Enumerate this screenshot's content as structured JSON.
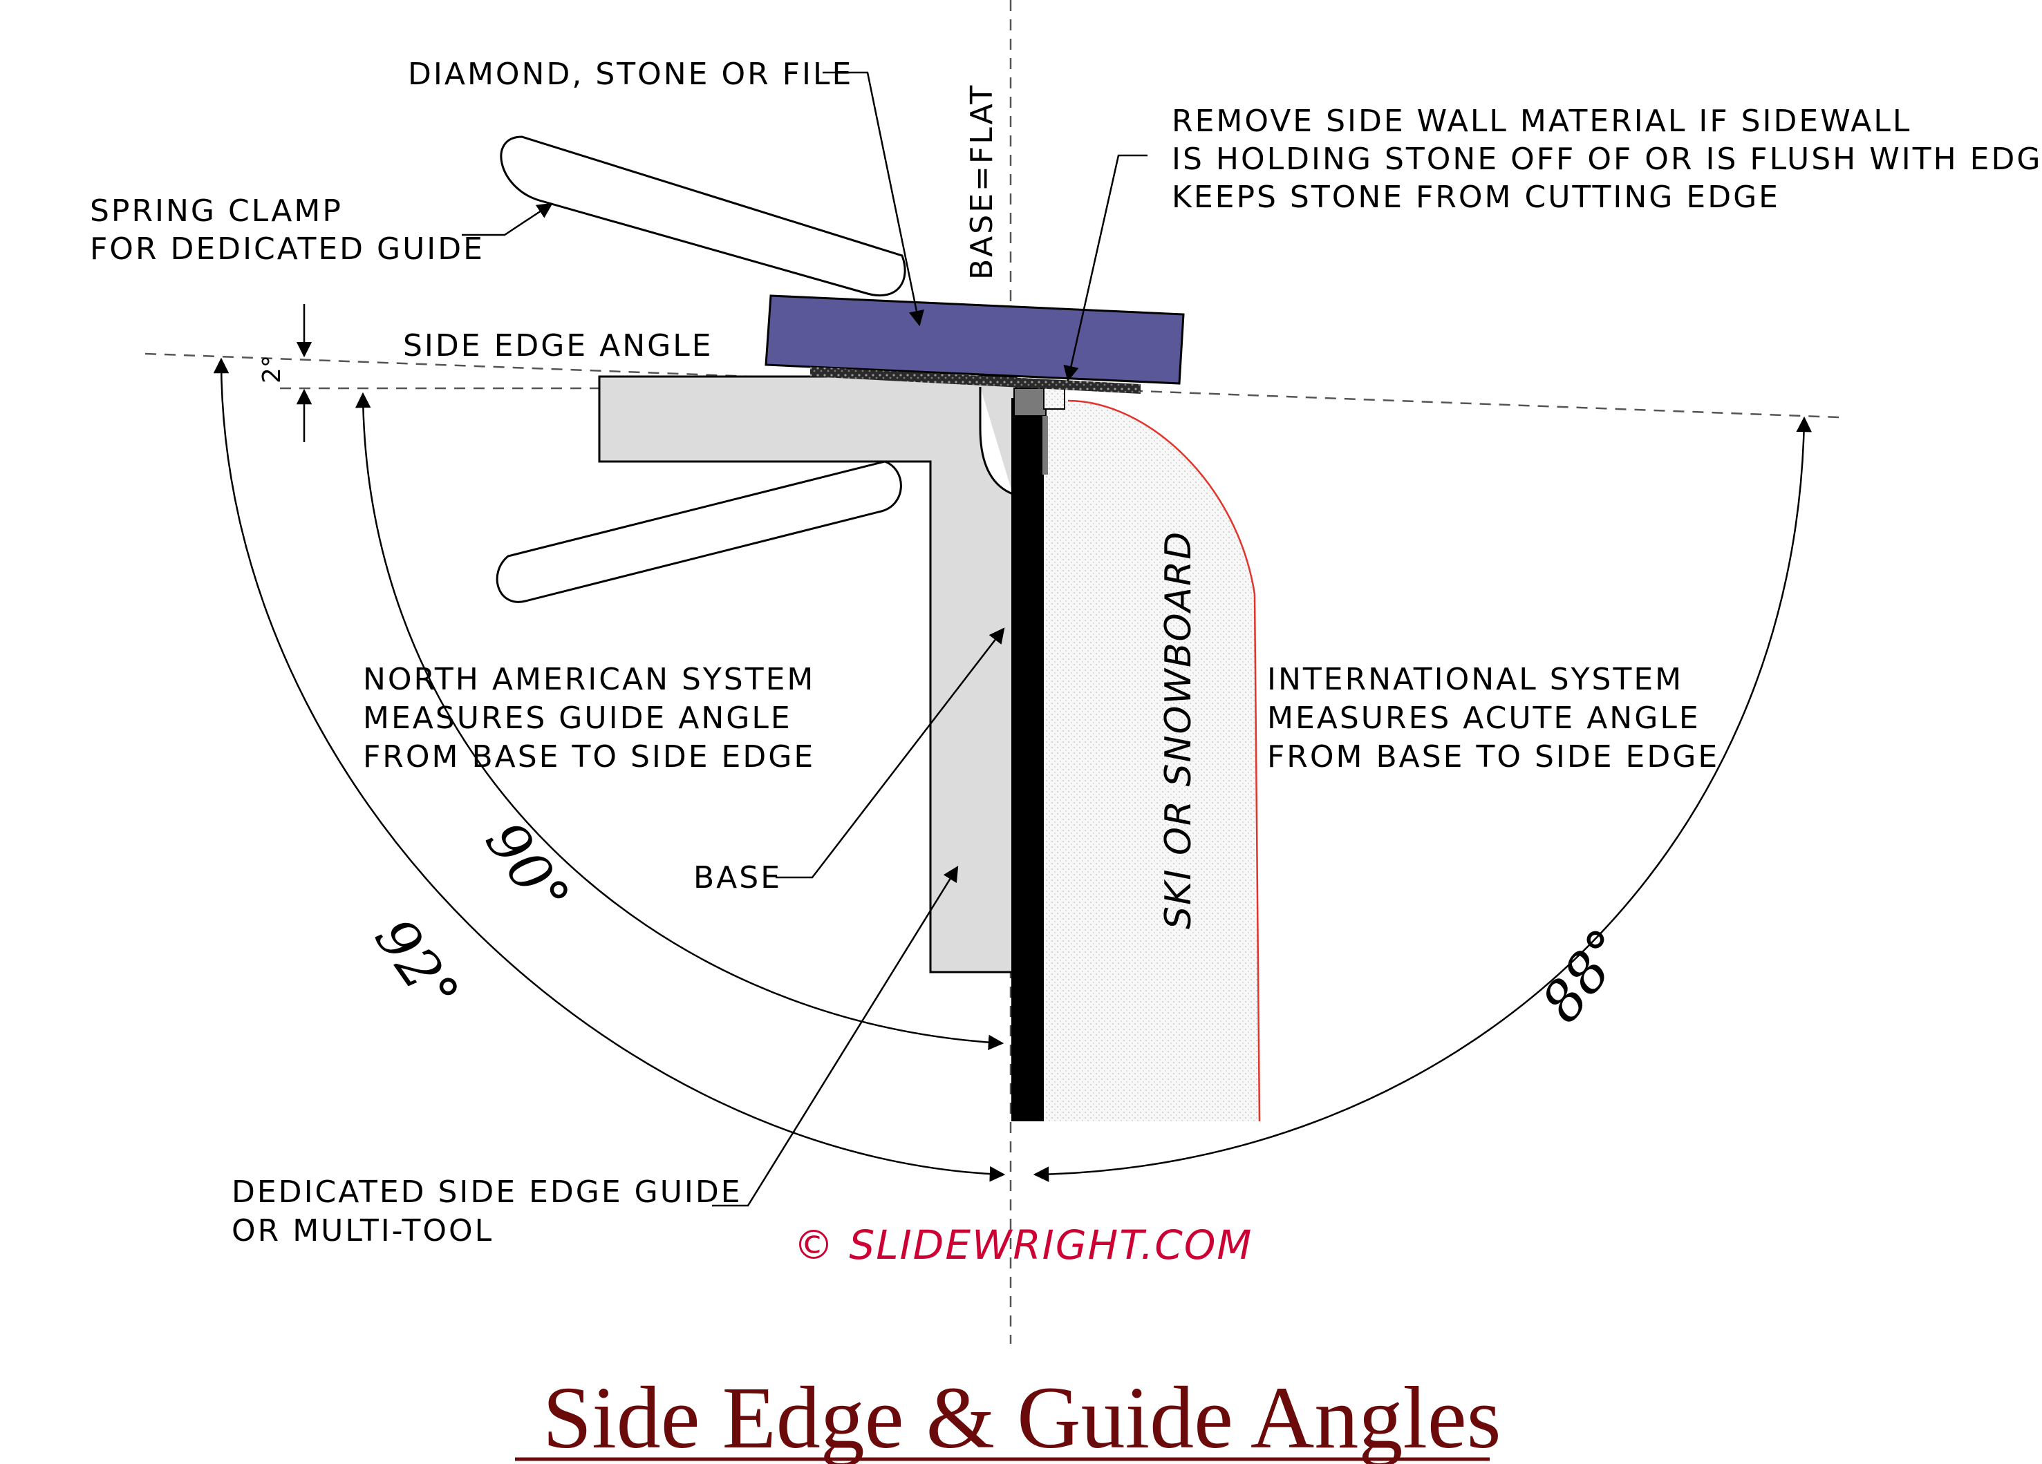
{
  "title": "Side Edge & Guide Angles",
  "copyright": "© SLIDEWRIGHT.COM",
  "labels": {
    "diamond": "DIAMOND, STONE OR FILE",
    "base_flat": "BASE=FLAT",
    "remove_line1": "REMOVE SIDE WALL MATERIAL IF SIDEWALL",
    "remove_line2": "IS HOLDING STONE OFF OF OR IS FLUSH WITH EDGE.",
    "remove_line3": "KEEPS STONE FROM CUTTING EDGE",
    "spring_line1": "SPRING CLAMP",
    "spring_line2": "FOR DEDICATED GUIDE",
    "side_edge_angle": "SIDE EDGE ANGLE",
    "na_line1": "NORTH AMERICAN SYSTEM",
    "na_line2": "MEASURES GUIDE ANGLE",
    "na_line3": "FROM BASE TO SIDE EDGE",
    "intl_line1": "INTERNATIONAL SYSTEM",
    "intl_line2": "MEASURES ACUTE ANGLE",
    "intl_line3": "FROM BASE TO SIDE EDGE",
    "base": "BASE",
    "ski_or_snowboard": "SKI OR SNOWBOARD",
    "guide_line1": "DEDICATED SIDE EDGE GUIDE",
    "guide_line2": "OR MULTI-TOOL"
  },
  "angles": {
    "small": "2°",
    "a90": "90°",
    "a92": "92°",
    "a88": "88°"
  },
  "colors": {
    "stone": "#5a5898",
    "guide": "#dcdcdc",
    "edge": "#000000",
    "sidewall": "#f2f2f2",
    "sidewall_outline": "#e0342c",
    "title": "#6b0a0a",
    "copyright": "#cc0033"
  }
}
